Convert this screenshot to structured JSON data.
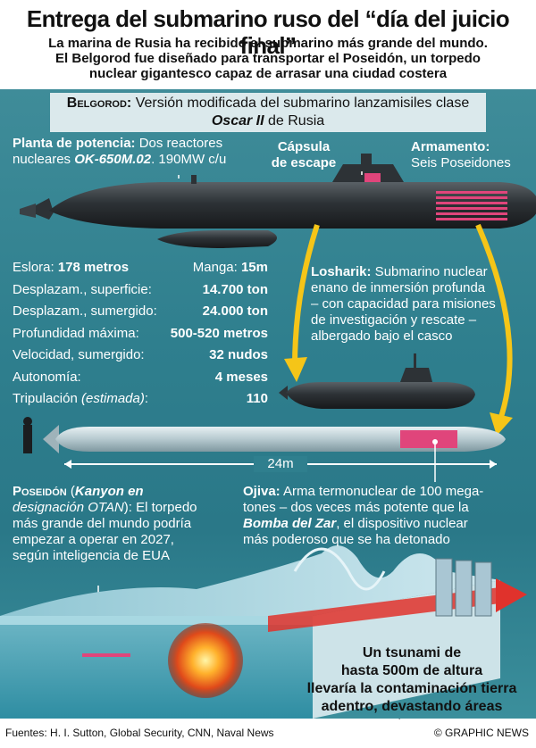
{
  "header": {
    "title": "Entrega del submarino ruso del “día del juicio final”",
    "subtitle_1": "La marina de Rusia ha recibido el submarino más grande del mundo.",
    "subtitle_2": "El Belgorod fue diseñado para transportar el Poseidón, un torpedo",
    "subtitle_3": "nuclear gigantesco capaz de arrasar una ciudad costera"
  },
  "belgorod": {
    "label": "Belgorod:",
    "text_1": " Versión modificada del submarino lanzamisiles clase",
    "oscar": "Oscar II",
    "text_2": " de Rusia"
  },
  "callouts": {
    "power_label": "Planta de potencia:",
    "power_text_1": " Dos reactores",
    "power_text_2a": "nucleares ",
    "power_reactor": "OK-650M.02",
    "power_text_2b": ". 190MW c/u",
    "capsule_1": "Cápsula",
    "capsule_2": "de escape",
    "arms_label": "Armamento:",
    "arms_text": "Seis Poseidones"
  },
  "stats": {
    "eslora_label": "Eslora: ",
    "eslora_value": "178 metros",
    "manga_label": "Manga: ",
    "manga_value": "15m",
    "rows": [
      {
        "label": "Desplazam., superficie:",
        "value": "14.700 ton"
      },
      {
        "label": "Desplazam., sumergido:",
        "value": "24.000 ton"
      },
      {
        "label": "Profundidad máxima:",
        "value": "500-520 metros"
      },
      {
        "label": "Velocidad, sumergido:",
        "value": "32 nudos"
      },
      {
        "label": "Autonomía:",
        "value": "4 meses"
      }
    ],
    "crew_label": "Tripulación ",
    "crew_note": "(estimada)",
    "crew_colon": ":",
    "crew_value": "110"
  },
  "losharik": {
    "label": "Losharik:",
    "line_1": " Submarino nuclear",
    "line_2": "enano de inmersión profunda",
    "line_3": "– con capacidad para misiones",
    "line_4": "de investigación y rescate –",
    "line_5": "albergado bajo el casco"
  },
  "torpedo": {
    "length": "24m"
  },
  "poseidon": {
    "label": "Poseidón",
    "paren_open": " (",
    "kanyon": "Kanyon en",
    "line_2": "designación OTAN",
    "paren_close": "): El torpedo",
    "line_3": "más grande del mundo podría",
    "line_4": "empezar a operar en 2027,",
    "line_5": "según inteligencia de EUA"
  },
  "ojiva": {
    "label": "Ojiva:",
    "line_1": " Arma termonuclear de 100 mega-",
    "line_2": "tones – dos veces más potente que la",
    "bomba": "Bomba del Zar",
    "line_3": ", el dispositivo nuclear",
    "line_4": "más poderoso que se ha detonado"
  },
  "tsunami": {
    "line_1": "Un tsunami de",
    "line_2": "hasta 500m de altura",
    "line_3": "llevaría la contaminación tierra",
    "line_4": "adentro, devastando áreas extensas"
  },
  "footer": {
    "sources": "Fuentes: H. I. Sutton, Global Security, CNN, Naval News",
    "credit": "© GRAPHIC NEWS"
  },
  "colors": {
    "teal": "#2f7f8e",
    "hull": "#2b2e31",
    "torpedo": "#b9cbd1",
    "warhead": "#e0457b",
    "arrow": "#f5c518",
    "tsunami_arrow": "#e0322c"
  }
}
